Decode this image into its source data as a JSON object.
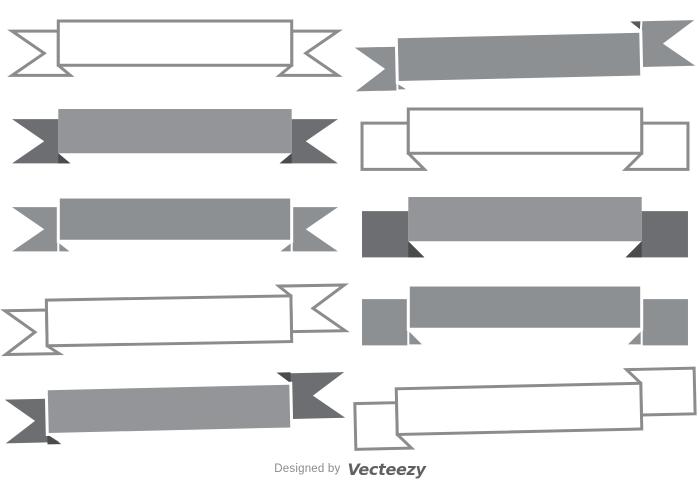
{
  "palette": {
    "outline_gray": "#8a8c8e",
    "uniform_gray": "#8d9093",
    "band_gray": "#939598",
    "tail_dark_gray": "#6d6e71",
    "fold_darkest_gray": "#4a4b4d",
    "fold_accent_gray": "#58595b",
    "footer_text_gray": "#8a8b8d",
    "brand_gray": "#606163",
    "background": "#ffffff"
  },
  "ribbons": [
    {
      "row": 1,
      "col": 1,
      "name": "ribbon-outline-swallowtail-symmetric",
      "shape": "swallowtail-symmetric",
      "style": "outline"
    },
    {
      "row": 1,
      "col": 2,
      "name": "ribbon-solid-swallowtail-asymmetric",
      "shape": "swallowtail-asymmetric",
      "style": "solid-uniform"
    },
    {
      "row": 2,
      "col": 1,
      "name": "ribbon-solid-swallowtail-two-tone",
      "shape": "swallowtail-symmetric",
      "style": "solid-two-tone"
    },
    {
      "row": 2,
      "col": 2,
      "name": "ribbon-outline-tabs-symmetric",
      "shape": "rect-tab-symmetric",
      "style": "outline"
    },
    {
      "row": 3,
      "col": 1,
      "name": "ribbon-solid-swallowtail-uniform",
      "shape": "swallowtail-symmetric",
      "style": "solid-uniform"
    },
    {
      "row": 3,
      "col": 2,
      "name": "ribbon-solid-tabs-two-tone",
      "shape": "rect-tab-symmetric",
      "style": "solid-two-tone"
    },
    {
      "row": 4,
      "col": 1,
      "name": "ribbon-outline-swallowtail-asymmetric",
      "shape": "swallowtail-asymmetric",
      "style": "outline"
    },
    {
      "row": 4,
      "col": 2,
      "name": "ribbon-solid-tabs-uniform",
      "shape": "rect-tab-symmetric",
      "style": "solid-uniform"
    },
    {
      "row": 5,
      "col": 1,
      "name": "ribbon-solid-swallowtail-asymmetric-two-tone",
      "shape": "swallowtail-asymmetric",
      "style": "solid-two-tone"
    },
    {
      "row": 5,
      "col": 2,
      "name": "ribbon-outline-tabs-asymmetric",
      "shape": "rect-tab-asymmetric",
      "style": "outline"
    }
  ],
  "footer": {
    "designed_by": "Designed by",
    "brand": "Vecteezy"
  }
}
